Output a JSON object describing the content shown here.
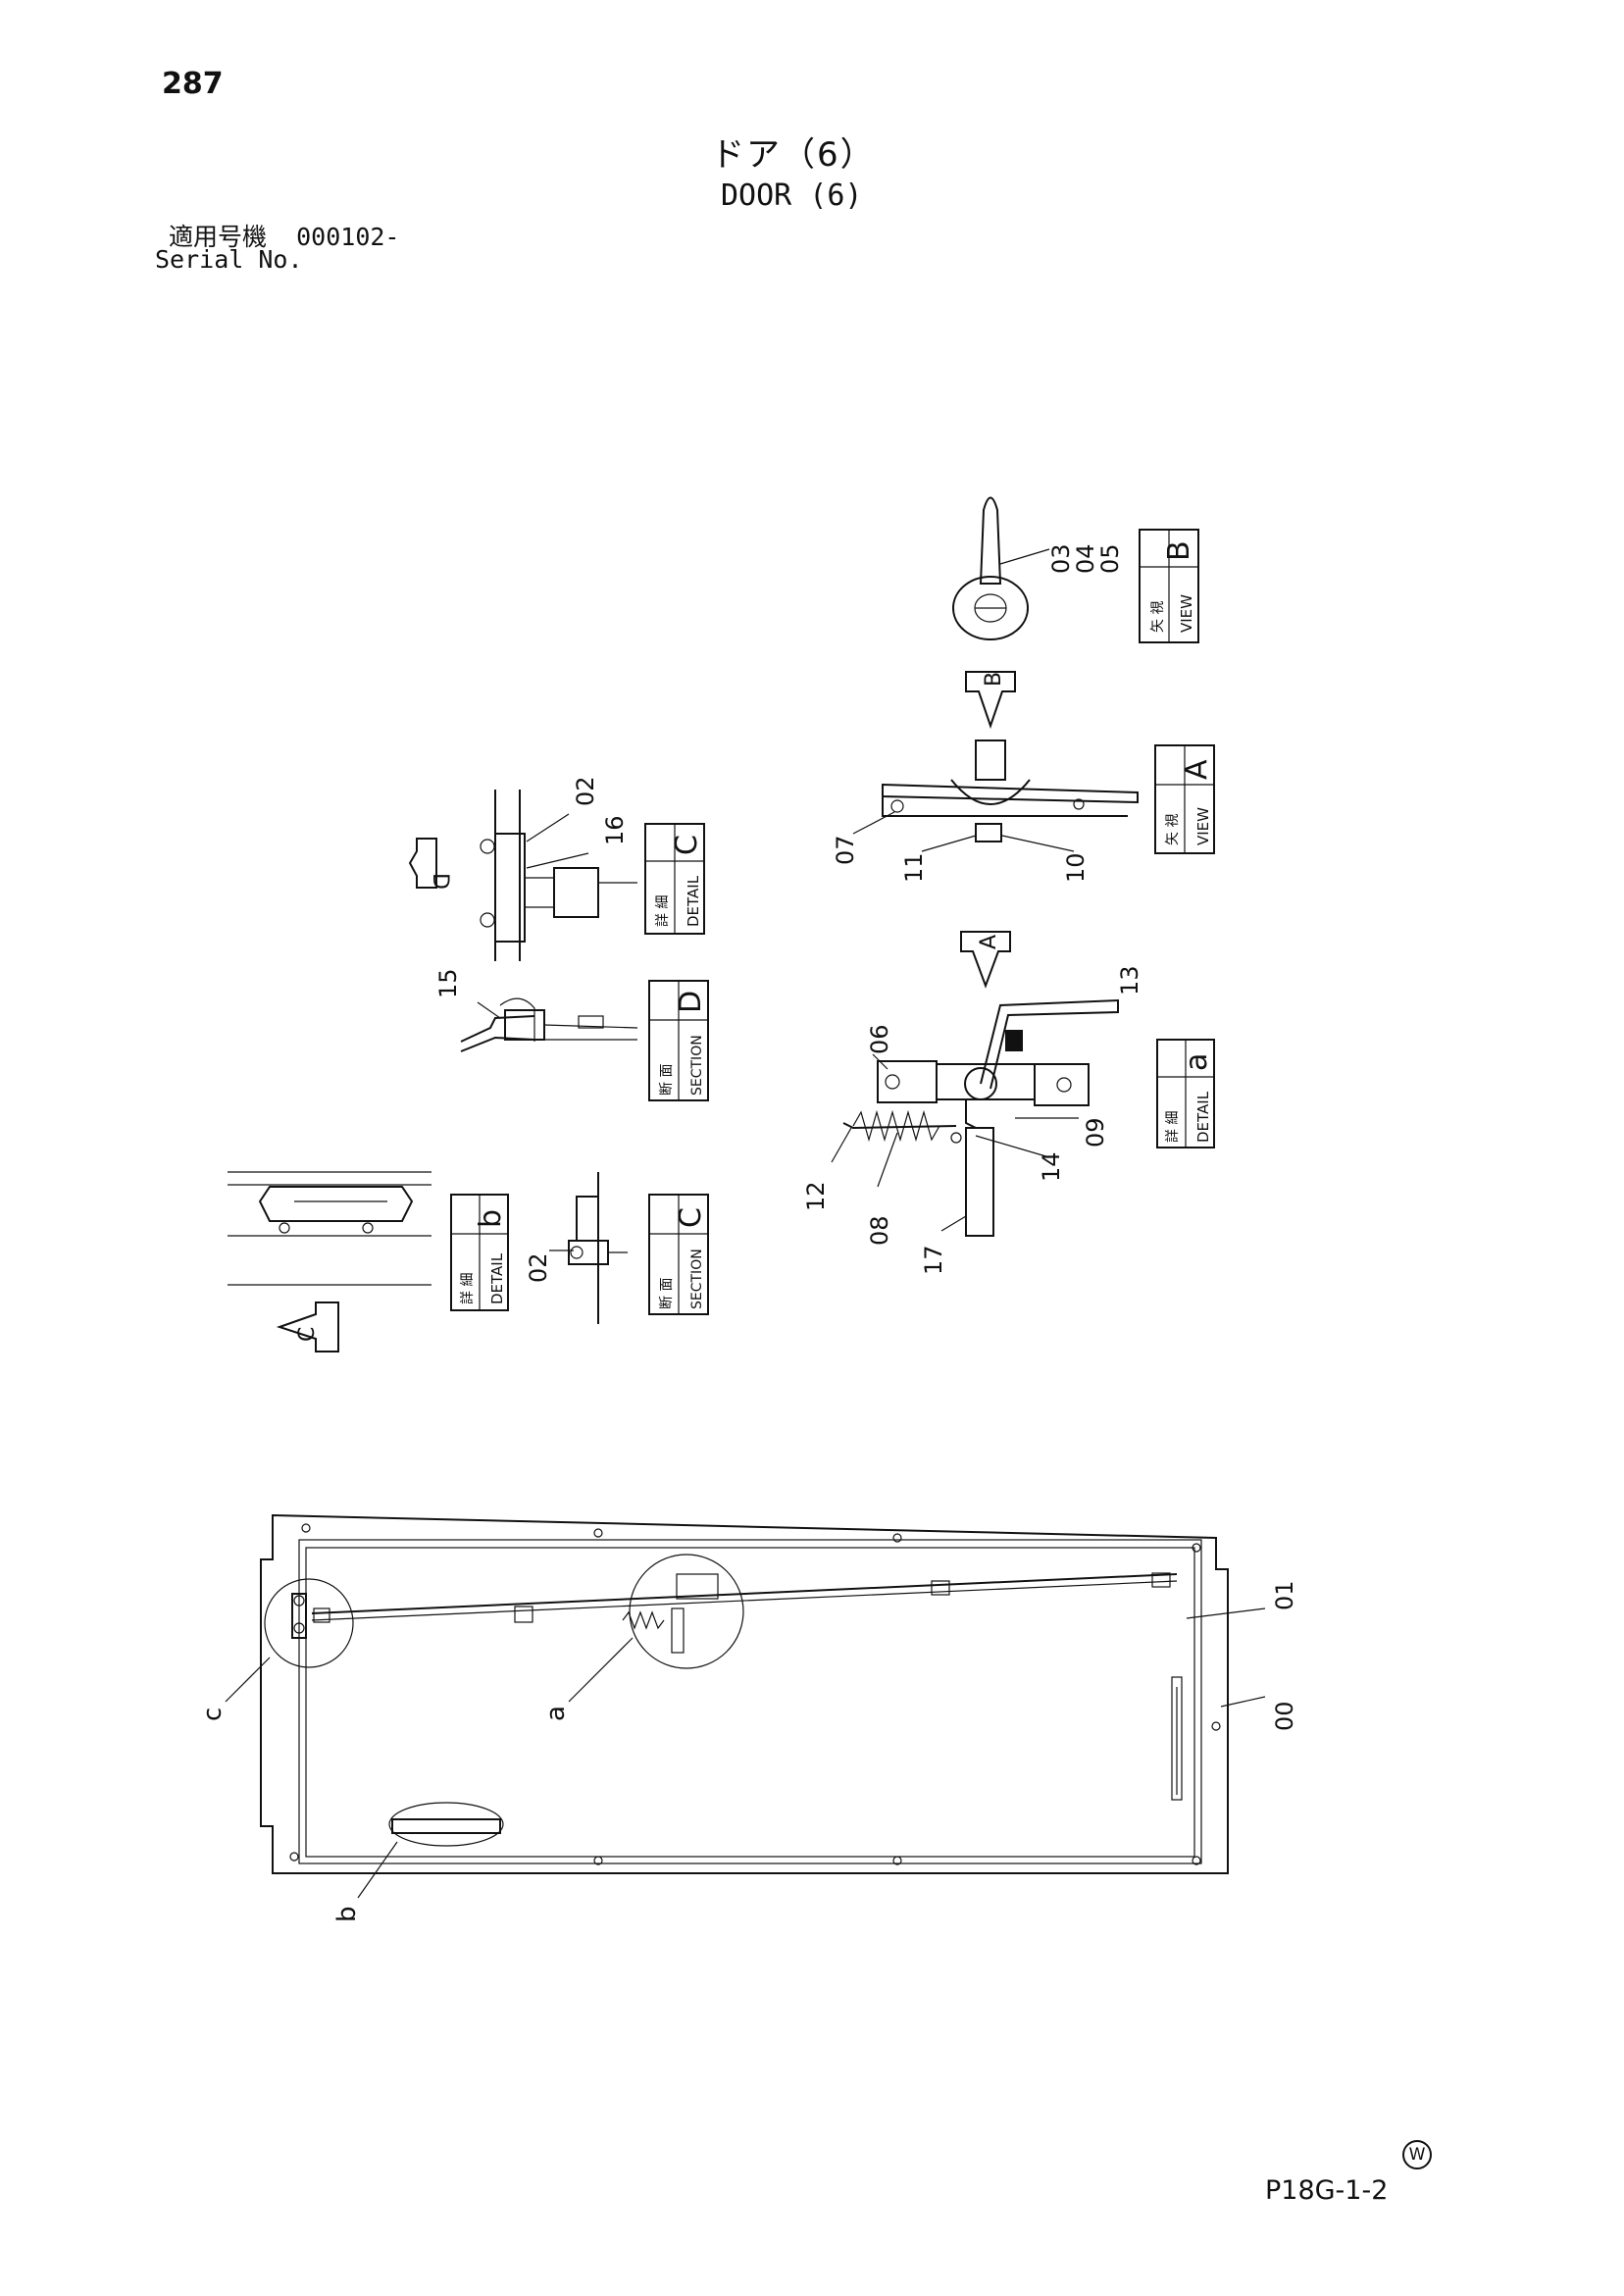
{
  "header": {
    "page_number": "287",
    "title_jp": "ドア（6）",
    "title_en": "DOOR (6)",
    "serial_label_jp": "適用号機",
    "serial_value": "000102-",
    "serial_label_en": "Serial No."
  },
  "views": {
    "view_b": {
      "jp": "矢 視",
      "en": "VIEW",
      "letter": "B"
    },
    "view_a": {
      "jp": "矢 視",
      "en": "VIEW",
      "letter": "A"
    },
    "detail_c": {
      "jp": "詳 細",
      "en": "DETAIL",
      "letter": "C"
    },
    "section_d": {
      "jp": "断 面",
      "en": "SECTION",
      "letter": "D"
    },
    "detail_a": {
      "jp": "詳 細",
      "en": "DETAIL",
      "letter": "a"
    },
    "detail_b": {
      "jp": "詳 細",
      "en": "DETAIL",
      "letter": "b"
    },
    "section_c": {
      "jp": "断 面",
      "en": "SECTION",
      "letter": "C"
    }
  },
  "arrows": {
    "b": "B",
    "a": "A",
    "d": "D",
    "c": "C"
  },
  "callouts": {
    "c03": "03",
    "c04": "04",
    "c05": "05",
    "c02a": "02",
    "c16": "16",
    "c07": "07",
    "c11": "11",
    "c10": "10",
    "c15": "15",
    "c13": "13",
    "c06": "06",
    "c09": "09",
    "c14": "14",
    "c12": "12",
    "c08": "08",
    "c17": "17",
    "c02b": "02",
    "c01": "01",
    "c00": "00",
    "ca": "a",
    "cb": "b",
    "cc": "c"
  },
  "footer": {
    "watermark": "W",
    "drawing_code": "P18G-1-2"
  }
}
